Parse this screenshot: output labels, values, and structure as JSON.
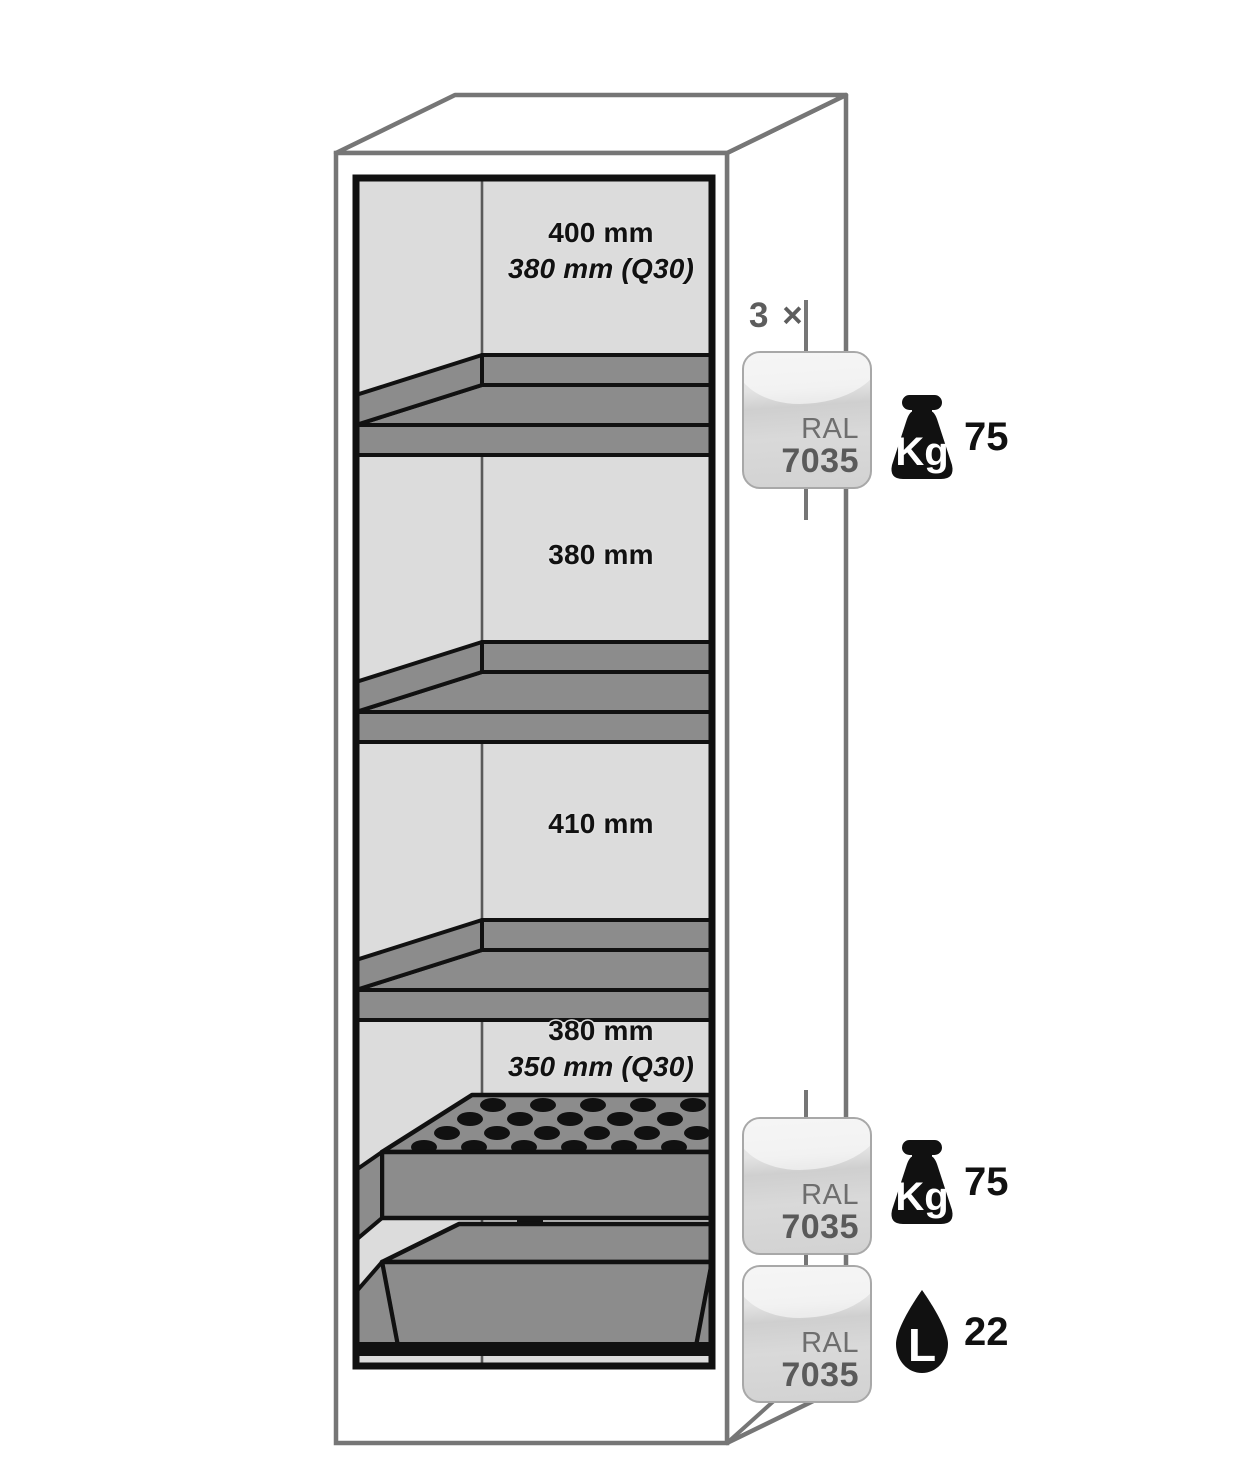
{
  "diagram": {
    "type": "safety-cabinet-interior-equipment",
    "background_color": "#ffffff",
    "cabinet": {
      "body_color": "#ffffff",
      "outline_color": "#767676",
      "interior_color": "#dcdcdc",
      "shelf_color": "#8c8c8c",
      "shelf_outline_color": "#111111",
      "sump_color": "#8c8c8c"
    },
    "compartments": [
      {
        "index": 1,
        "name": "top-compartment",
        "height_primary": "400 mm",
        "height_variant": "380 mm (Q30)"
      },
      {
        "index": 2,
        "name": "second-compartment",
        "height_primary": "380 mm",
        "height_variant": ""
      },
      {
        "index": 3,
        "name": "third-compartment",
        "height_primary": "410 mm",
        "height_variant": ""
      },
      {
        "index": 4,
        "name": "bottom-compartment",
        "height_primary": "380 mm",
        "height_variant": "350 mm (Q30)"
      }
    ],
    "annotations": {
      "shelf_quantity": "3 ×",
      "shelf_quantity_color": "#5d5d5d"
    },
    "legend": [
      {
        "id": "shelves",
        "name": "shelf-legend",
        "ral_word": "RAL",
        "ral_code": "7035",
        "icon": "weight-kg-icon",
        "icon_unit": "Kg",
        "value": "75"
      },
      {
        "id": "perforated-insert",
        "name": "perforated-insert-legend",
        "ral_word": "RAL",
        "ral_code": "7035",
        "icon": "weight-kg-icon",
        "icon_unit": "Kg",
        "value": "75"
      },
      {
        "id": "sump-tray",
        "name": "sump-tray-legend",
        "ral_word": "RAL",
        "ral_code": "7035",
        "icon": "liquid-litre-icon",
        "icon_unit": "L",
        "value": "22"
      }
    ]
  }
}
